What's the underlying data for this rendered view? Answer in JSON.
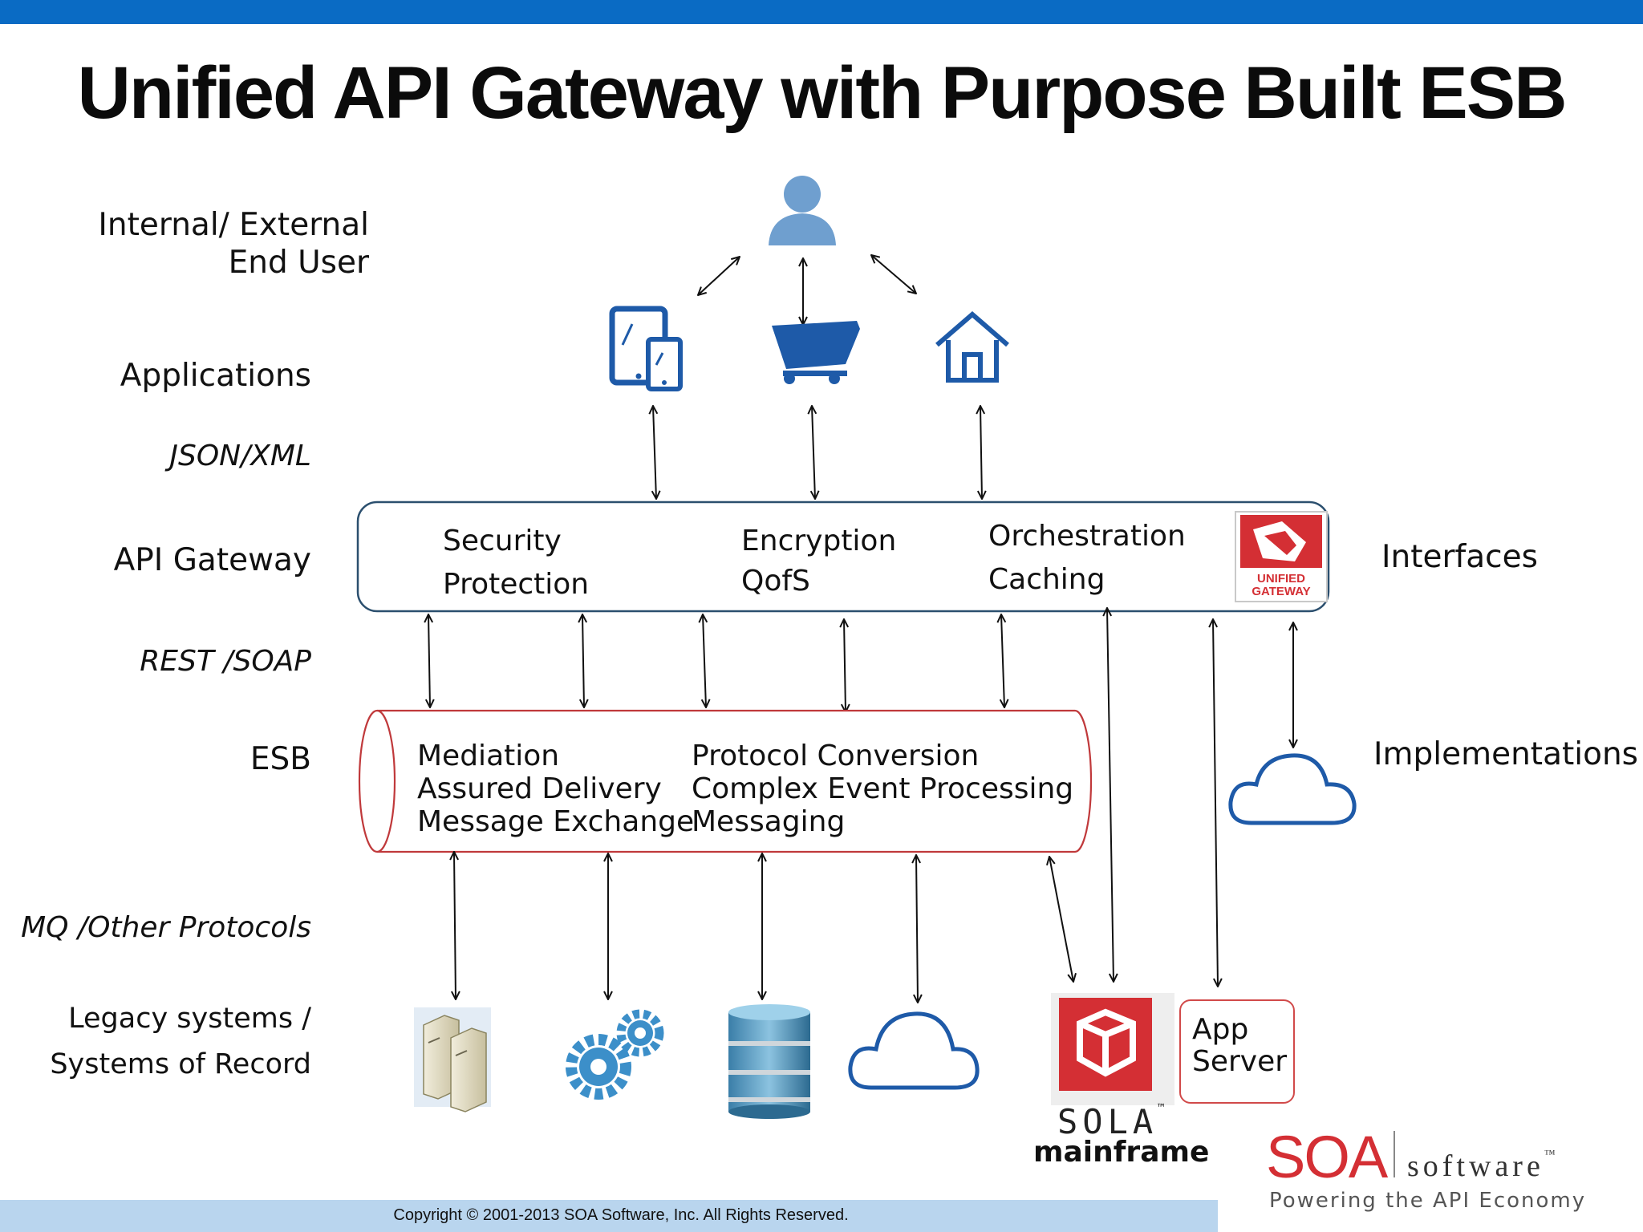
{
  "title": "Unified API Gateway with Purpose Built ESB",
  "layers": {
    "end_user_line1": "Internal/ External",
    "end_user_line2": "End User",
    "applications": "Applications",
    "json_xml": "JSON/XML",
    "api_gateway": "API Gateway",
    "rest_soap": "REST /SOAP",
    "esb": "ESB",
    "mq": "MQ /Other Protocols",
    "legacy_line1": "Legacy systems /",
    "legacy_line2": "Systems of Record"
  },
  "gateway": {
    "security": "Security",
    "protection": "Protection",
    "encryption": "Encryption",
    "qofs": "QofS",
    "orchestration": "Orchestration",
    "caching": "Caching",
    "logo_line1": "UNIFIED",
    "logo_line2": "GATEWAY"
  },
  "esb_box": {
    "mediation": "Mediation",
    "assured_delivery": "Assured Delivery",
    "message_exchange": "Message Exchange",
    "protocol_conversion": "Protocol Conversion",
    "complex_event": "Complex Event Processing",
    "messaging": "Messaging"
  },
  "side": {
    "interfaces": "Interfaces",
    "implementations": "Implementations"
  },
  "systems": {
    "app_server_line1": "App",
    "app_server_line2": "Server",
    "sola": "SOLA",
    "sola_tm": "™",
    "mainframe": "mainframe"
  },
  "branding": {
    "soa": "SOA",
    "software": "software",
    "software_tm": "™",
    "tagline": "Powering the API Economy"
  },
  "footer": "Copyright © 2001-2013 SOA Software, Inc. All Rights Reserved.",
  "colors": {
    "top_bar": "#0a6bc4",
    "icon_blue": "#1e5aa8",
    "esb_border": "#c0393b",
    "gateway_border": "#2b4f6e",
    "logo_red": "#d42f34",
    "footer_bar": "#b9d5ee"
  }
}
